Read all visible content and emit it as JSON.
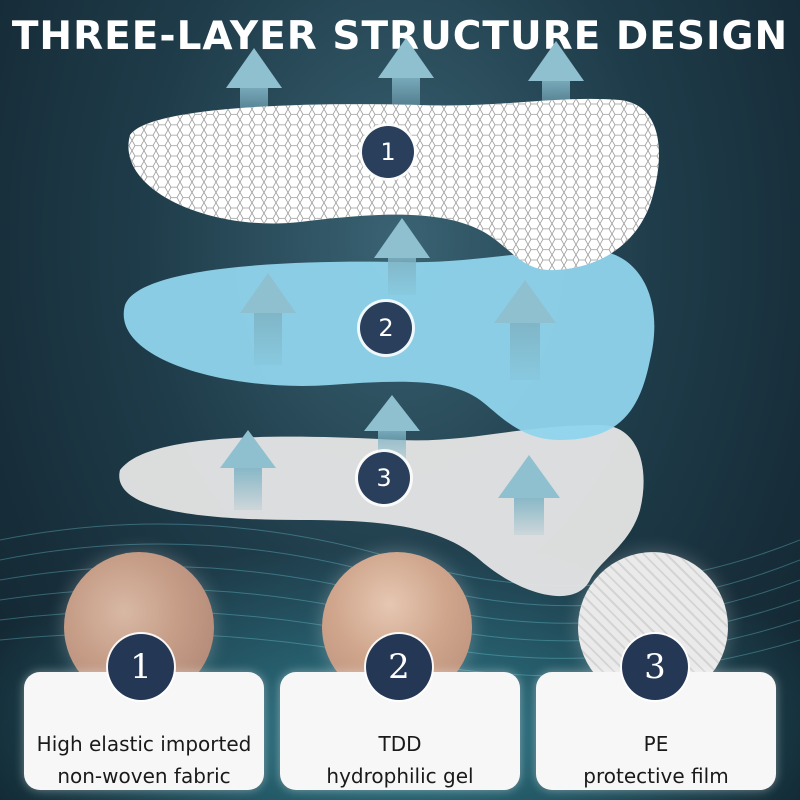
{
  "title": "THREE-LAYER STRUCTURE DESIGN",
  "layers": [
    {
      "number": "1"
    },
    {
      "number": "2"
    },
    {
      "number": "3"
    }
  ],
  "cards": [
    {
      "number": "1",
      "line1": "High elastic imported",
      "line2": "non-woven fabric"
    },
    {
      "number": "2",
      "line1": "TDD",
      "line2": "hydrophilic gel"
    },
    {
      "number": "3",
      "line1": "PE",
      "line2": "protective film"
    }
  ],
  "colors": {
    "background": "#1f3c4a",
    "gel_layer": "#8fd4ec",
    "film_layer": "#e6e6e6",
    "badge": "#2a3f5c"
  },
  "icons": [
    "up-arrow-icon",
    "hexagon-mesh-pattern"
  ]
}
